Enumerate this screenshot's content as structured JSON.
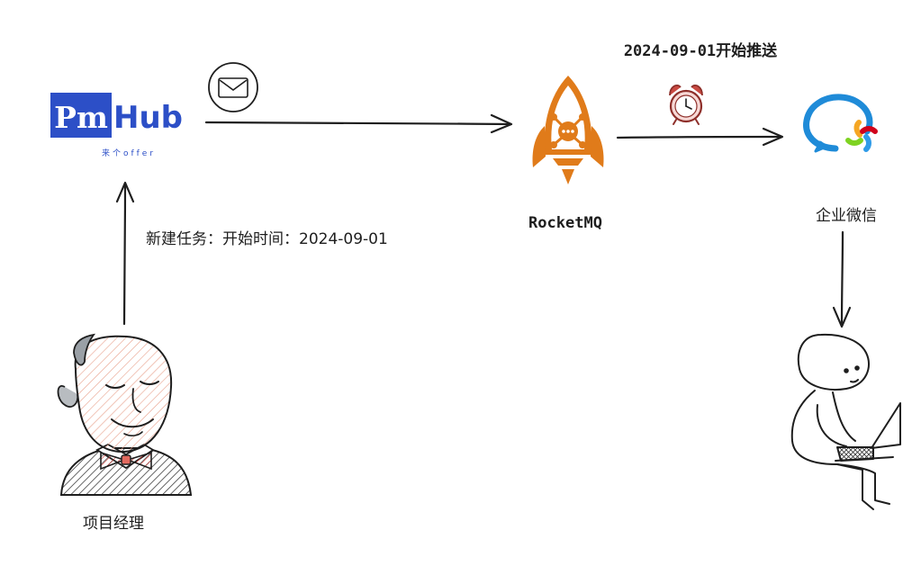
{
  "pmhub": {
    "logo_text": "PmHub",
    "logo_left": "Pm",
    "logo_right": "Hub",
    "tagline": "来个offer",
    "brand_color": "#2c4fc7"
  },
  "rocketmq": {
    "label": "RocketMQ",
    "color": "#e07b1a"
  },
  "wecom": {
    "label": "企业微信"
  },
  "manager": {
    "label": "项目经理"
  },
  "edges": {
    "create_task": "新建任务：开始时间：2024-09-01",
    "start_push": "2024-09-01开始推送"
  },
  "icons": {
    "envelope": "mail-icon",
    "clock": "alarm-clock-icon",
    "rocket": "rocket-icon",
    "wecom": "wecom-logo-icon"
  }
}
